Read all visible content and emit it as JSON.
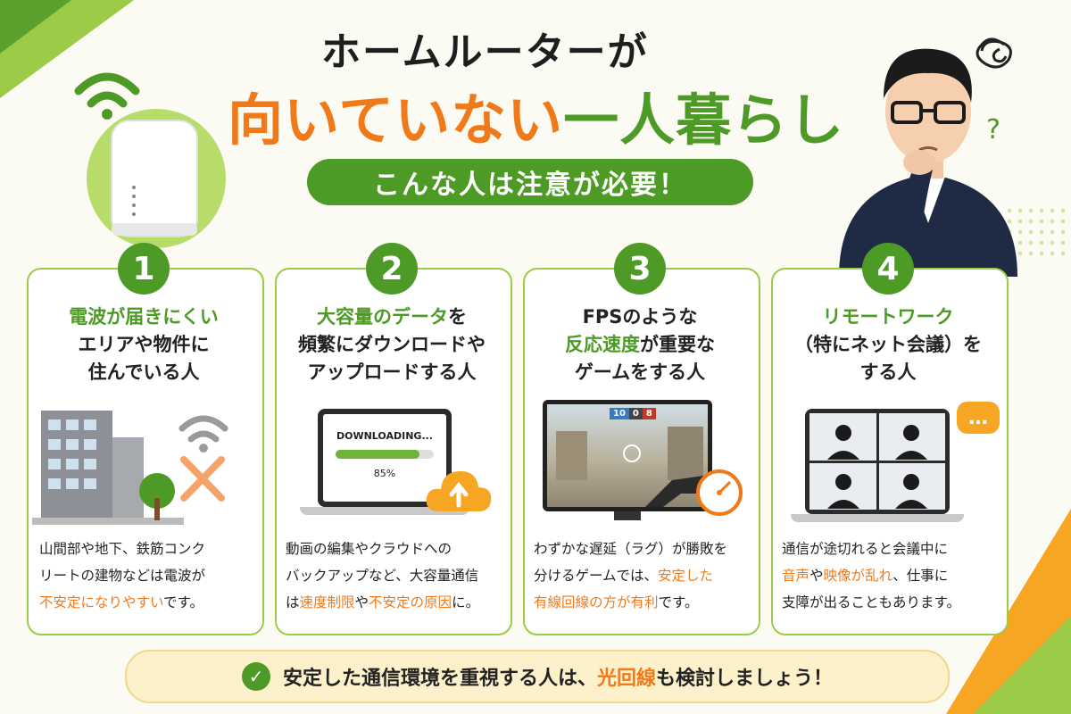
{
  "header": {
    "title_line1": "ホームルーターが",
    "title_line2_orange": "向いていない",
    "title_line2_green": "一人暮らし",
    "subtitle": "こんな人は注意が必要！"
  },
  "cards": [
    {
      "number": "1",
      "title_parts": [
        {
          "text": "電波が届きにくい",
          "color": "green"
        },
        {
          "text": "エリアや物件に",
          "color": "black"
        },
        {
          "text": "住んでいる人",
          "color": "black"
        }
      ],
      "desc_lines": [
        "山間部や地下、鉄筋コンク",
        "リートの建物などは電波が"
      ],
      "desc_last_highlight": "不安定になりやすい",
      "desc_last_plain": "です。"
    },
    {
      "number": "2",
      "title_line1_green": "大容量のデータ",
      "title_line1_plain": "を",
      "title_line2": "頻繁にダウンロードや",
      "title_line3": "アップロードする人",
      "screen_text": "DOWNLOADING...",
      "progress_percent": "85%",
      "progress_value": 0.85,
      "desc_line1": "動画の編集やクラウドへの",
      "desc_line2": "バックアップなど、大容量通信",
      "desc_line3_a": "は",
      "desc_line3_b": "速度制限",
      "desc_line3_c": "や",
      "desc_line3_d": "不安定の原因",
      "desc_line3_e": "に。"
    },
    {
      "number": "3",
      "title_line1": "FPSのような",
      "title_line2_green": "反応速度",
      "title_line2_plain": "が重要な",
      "title_line3": "ゲームをする人",
      "score_left": "10",
      "score_mid": "0",
      "score_right": "8",
      "desc_line1": "わずかな遅延（ラグ）が勝敗を",
      "desc_line2_a": "分けるゲームでは、",
      "desc_line2_b": "安定した",
      "desc_line3_a": "有線回線の方が有利",
      "desc_line3_b": "です。"
    },
    {
      "number": "4",
      "title_line1": "リモートワーク",
      "title_line2": "（特にネット会議）を",
      "title_line3": "する人",
      "bubble": "…",
      "desc_line1": "通信が途切れると会議中に",
      "desc_line2_a": "音声",
      "desc_line2_b": "や",
      "desc_line2_c": "映像が乱れ",
      "desc_line2_d": "、仕事に",
      "desc_line3": "支障が出ることもあります。"
    }
  ],
  "footer": {
    "text_a": "安定した通信環境を重視する人は、",
    "text_b": "光回線",
    "text_c": "も検討しましょう！"
  },
  "colors": {
    "green": "#4e9a26",
    "light_green": "#9ccc47",
    "orange": "#f07a1a",
    "yellow_bg": "#fdf1cc"
  },
  "icons": [
    "wifi-icon",
    "router-icon",
    "person-thinking-icon",
    "check-icon",
    "download-cloud-icon",
    "speedometer-icon",
    "chat-bubble-icon"
  ]
}
